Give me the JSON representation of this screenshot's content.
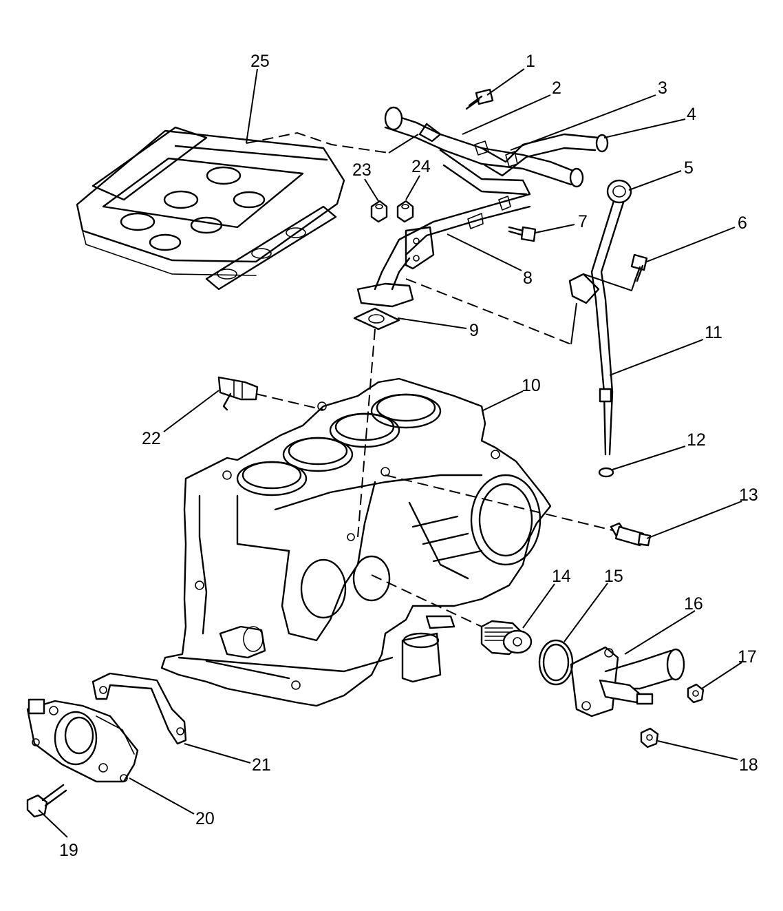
{
  "diagram": {
    "callouts": [
      "1",
      "2",
      "3",
      "4",
      "5",
      "6",
      "7",
      "8",
      "9",
      "10",
      "11",
      "12",
      "13",
      "14",
      "15",
      "16",
      "17",
      "18",
      "19",
      "20",
      "21",
      "22",
      "23",
      "24",
      "25"
    ]
  },
  "colors": {
    "line": "#000000",
    "background": "#ffffff"
  }
}
